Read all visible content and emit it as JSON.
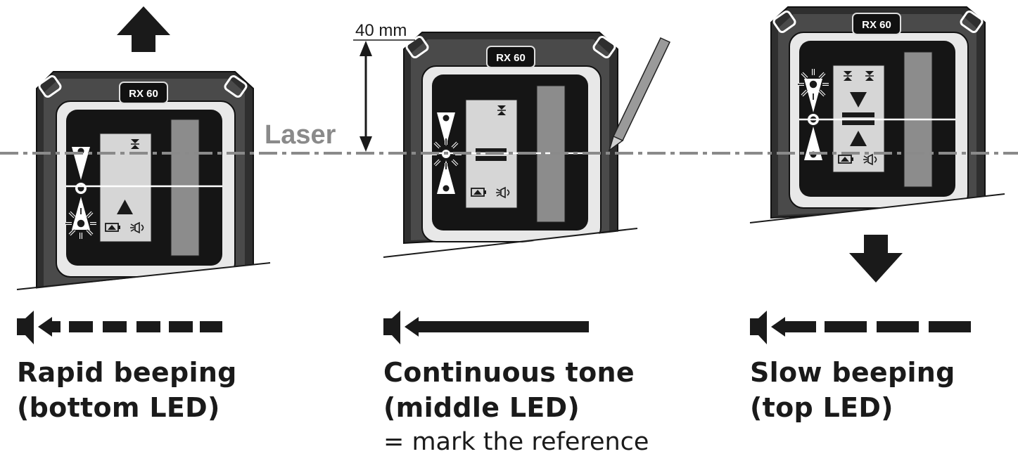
{
  "laser_label": "Laser",
  "dimension_label": "40 mm",
  "devices": [
    {
      "model": "RX 60",
      "led": "bottom",
      "sound": "rapid",
      "arrow": "up",
      "caption_line1": "Rapid beeping",
      "caption_line2": "(bottom LED)",
      "caption_line3": ""
    },
    {
      "model": "RX 60",
      "led": "middle",
      "sound": "continuous",
      "arrow": "none",
      "caption_line1": "Continuous tone",
      "caption_line2": "(middle LED)",
      "caption_line3": "= mark the reference"
    },
    {
      "model": "RX 60",
      "led": "top",
      "sound": "slow",
      "arrow": "down",
      "caption_line1": "Slow beeping",
      "caption_line2": "(top LED)",
      "caption_line3": ""
    }
  ],
  "colors": {
    "ink": "#1a1a1a",
    "laser": "#8a8a8a",
    "panel": "#d6d6d6",
    "window": "#8c8c8c",
    "body": "#3c3c3c"
  }
}
